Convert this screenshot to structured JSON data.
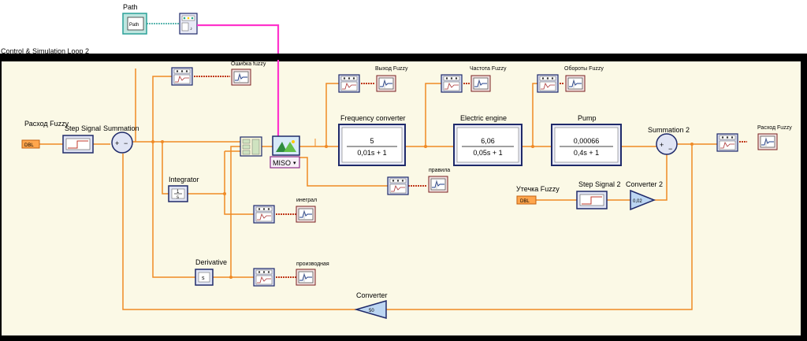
{
  "path_control": {
    "label": "Path",
    "value": "Path"
  },
  "loop": {
    "title": "Control & Simulation Loop 2"
  },
  "inputs": {
    "rashod_label": "Расход Fuzzy",
    "utechka_label": "Утечка Fuzzy",
    "dbl": "DBL"
  },
  "blocks": {
    "step_signal": "Step Signal",
    "summation": "Summation",
    "integrator": "Integrator",
    "derivative": "Derivative",
    "derivative_symbol": "s",
    "miso": "MISO",
    "freq_conv": {
      "title": "Frequency converter",
      "num": "5",
      "den": "0,01s + 1"
    },
    "electric": {
      "title": "Electric engine",
      "num": "6,06",
      "den": "0,05s + 1"
    },
    "pump": {
      "title": "Pump",
      "num": "0,00066",
      "den": "0,4s + 1"
    },
    "summation2": "Summation 2",
    "step_signal2": "Step Signal 2",
    "converter2": {
      "title": "Converter 2",
      "value": "0,02"
    },
    "converter": {
      "title": "Converter",
      "value": "50"
    }
  },
  "indicators": {
    "oshibka": "Ошибка fuzzy",
    "vyhod": "Выход Fuzzy",
    "chastota": "Частота Fuzzy",
    "oboroty": "Обороты Fuzzy",
    "rashod": "Расход Fuzzy",
    "pravila": "правила",
    "integral": "инеграл",
    "proizv": "производная"
  },
  "colors": {
    "wire": "#f08a24",
    "ref_wire": "#ff33cc",
    "loop_border": "#000000",
    "loop_bg": "#fbf9e6"
  }
}
